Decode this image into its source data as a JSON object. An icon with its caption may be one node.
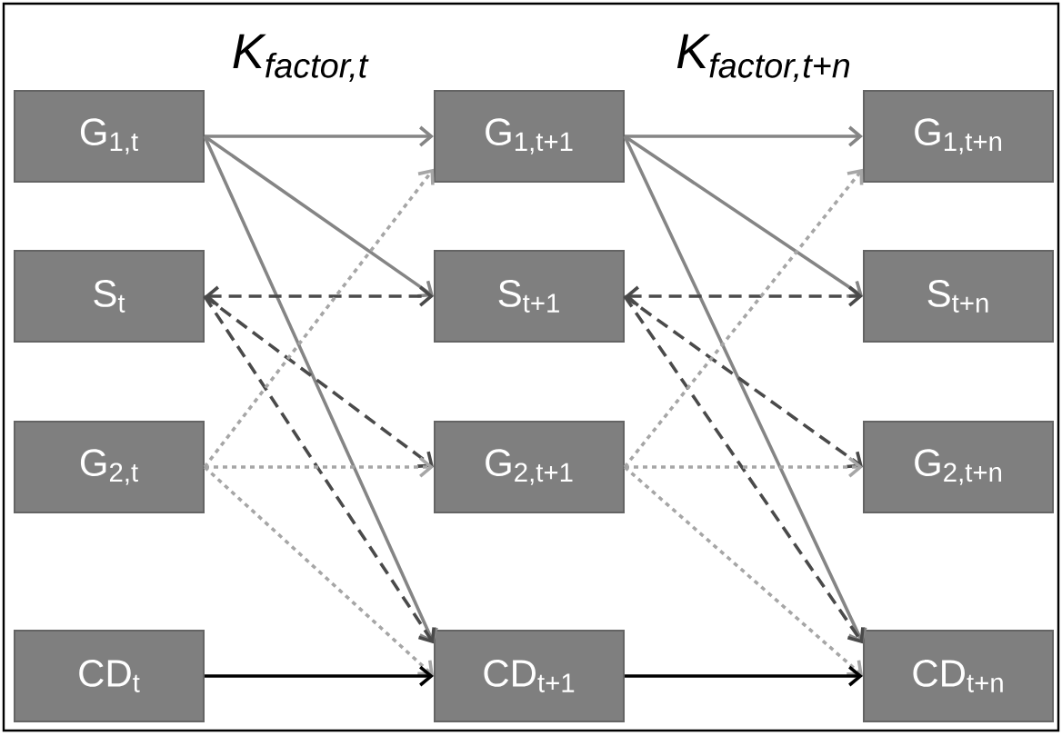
{
  "diagram": {
    "nodes": [
      {
        "text": [
          "G$_{1,t}$"
        ]
      },
      {
        "text": [
          "S$_{t}$"
        ]
      },
      {
        "text": [
          "G$_{2,t}$"
        ]
      },
      {
        "text": [
          "CD$_{t}$"
        ]
      },
      {
        "text": [
          "G$_{1,t+1}$"
        ]
      },
      {
        "text": [
          "S$_{t+1}$"
        ]
      },
      {
        "text": [
          "G$_{2,t+1}$"
        ]
      },
      {
        "text": [
          "CD$_{t+1}$"
        ]
      },
      {
        "text": [
          "G$_{1,t+n}$"
        ]
      },
      {
        "text": [
          "S$_{t+n}$"
        ]
      },
      {
        "text": [
          "G$_{2,t+n}$"
        ]
      },
      {
        "text": [
          "CD$_{t+n}$"
        ]
      }
    ],
    "edges": [
      {
        "from": 0,
        "to": 4,
        "arrow": "to",
        "color": "#858585"
      },
      {
        "from": 0,
        "to": 5,
        "arrow": "to",
        "color": "#858585"
      },
      {
        "from": 0,
        "to": 7,
        "arrow": "to",
        "color": "#858585"
      },
      {
        "from": 1,
        "to": 5,
        "arrow": "both",
        "style": "dashed",
        "color": "#4a4a4a"
      },
      {
        "from": 1,
        "to": 6,
        "arrow": "to",
        "style": "dashed",
        "color": "#4a4a4a"
      },
      {
        "from": 1,
        "to": 7,
        "arrow": "to",
        "style": "dashed",
        "color": "#4a4a4a"
      },
      {
        "from": 2,
        "to": 4,
        "arrow": "to",
        "style": "dashed",
        "color": "#a6a6a6"
      },
      {
        "from": 2,
        "to": 6,
        "arrow": "to",
        "style": "dashed",
        "color": "#a6a6a6"
      },
      {
        "from": 2,
        "to": 7,
        "arrow": "to",
        "style": "dashed",
        "color": "#a6a6a6"
      },
      {
        "from": 3,
        "to": 7,
        "arrow": "to",
        "color": "#000000"
      },
      {
        "from": 4,
        "to": 8,
        "arrow": "to",
        "color": "#858585"
      },
      {
        "from": 4,
        "to": 9,
        "arrow": "to",
        "color": "#858585"
      },
      {
        "from": 4,
        "to": 11,
        "arrow": "to",
        "color": "#858585"
      },
      {
        "from": 5,
        "to": 9,
        "arrow": "both",
        "style": "dashed",
        "color": "#4a4a4a"
      },
      {
        "from": 5,
        "to": 10,
        "arrow": "to",
        "style": "dashed",
        "color": "#4a4a4a"
      },
      {
        "from": 5,
        "to": 11,
        "arrow": "to",
        "style": "dashed",
        "color": "#4a4a4a"
      },
      {
        "from": 6,
        "to": 8,
        "arrow": "to",
        "style": "dashed",
        "color": "#a6a6a6"
      },
      {
        "from": 6,
        "to": 10,
        "arrow": "to",
        "style": "dashed",
        "color": "#a6a6a6"
      },
      {
        "from": 6,
        "to": 11,
        "arrow": "to",
        "style": "dashed",
        "color": "#a6a6a6"
      },
      {
        "from": 7,
        "to": 11,
        "arrow": "to",
        "color": "#000000"
      }
    ],
    "labels": [
      "K$_{factor,t}$",
      "K$_{factor,t+n}$"
    ]
  }
}
